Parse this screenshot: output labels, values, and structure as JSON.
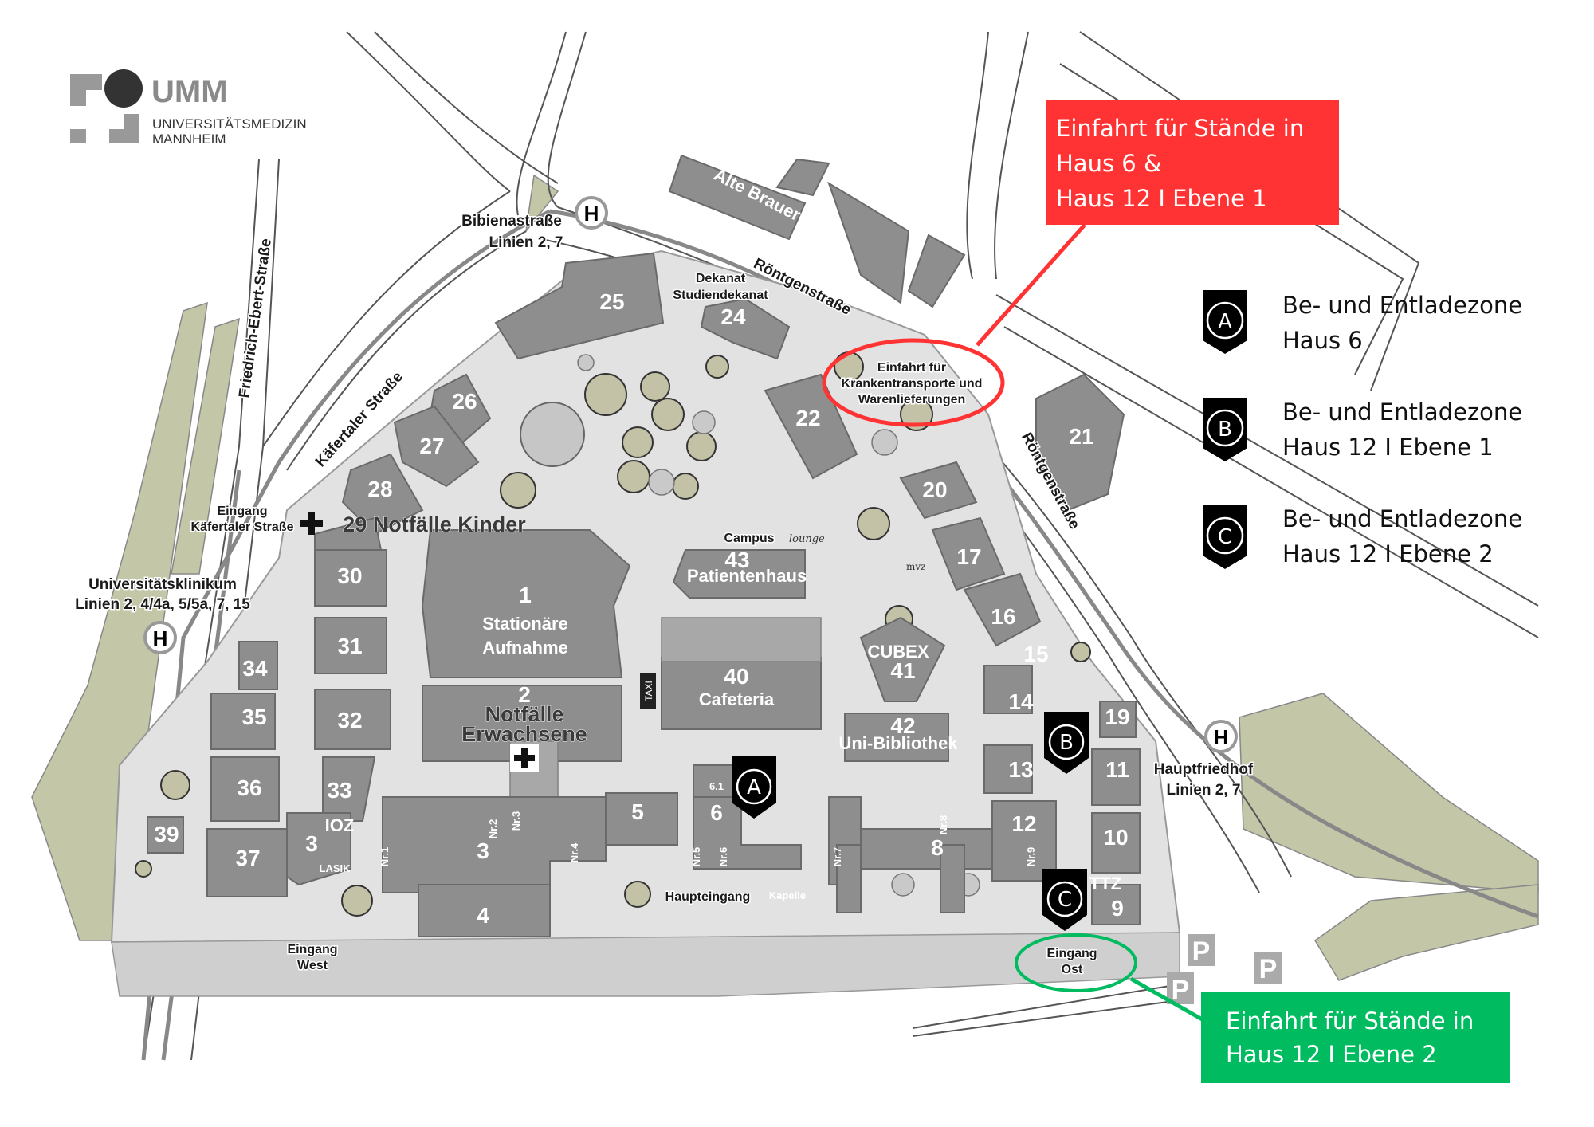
{
  "logo": {
    "acronym": "UMM",
    "line1": "UNIVERSITÄTSMEDIZIN",
    "line2": "MANNHEIM"
  },
  "colors": {
    "red_callout": "#ff3333",
    "green_callout": "#00bb60",
    "building": "#8e8e8e",
    "campus": "#e4e4e4",
    "green_area": "#c4c6a8"
  },
  "callouts": {
    "red": {
      "lines": [
        "Einfahrt für Stände in",
        "Haus 6 &",
        "Haus 12 I Ebene 1"
      ]
    },
    "green": {
      "lines": [
        "Einfahrt für Stände in",
        "Haus 12 I Ebene 2"
      ]
    }
  },
  "legend": [
    {
      "marker": "A",
      "line1": "Be- und Entladezone",
      "line2": "Haus 6"
    },
    {
      "marker": "B",
      "line1": "Be- und Entladezone",
      "line2": "Haus 12 I Ebene 1"
    },
    {
      "marker": "C",
      "line1": "Be- und Entladezone",
      "line2": "Haus 12 I Ebene 2"
    }
  ],
  "map": {
    "streets": {
      "roentgen": "Röntgenstraße",
      "kaefertaler": "Käfertaler Straße",
      "friedrich_ebert": "Friedrich-Ebert-Straße",
      "alte_brauerei": "Alte Brauerei"
    },
    "stops": {
      "bibiena": {
        "name": "Bibienastraße",
        "lines": "Linien 2, 7",
        "symbol": "H"
      },
      "klinikum": {
        "name": "Universitätsklinikum",
        "lines": "Linien 2, 4/4a, 5/5a, 7, 15",
        "symbol": "H"
      },
      "friedhof": {
        "name": "Hauptfriedhof",
        "lines": "Linien 2, 7",
        "symbol": "H"
      }
    },
    "entrances": {
      "kaefertaler_1": "Eingang",
      "kaefertaler_2": "Käfertaler Straße",
      "west_1": "Eingang",
      "west_2": "West",
      "main": "Haupteingang",
      "ost_1": "Eingang",
      "ost_2": "Ost"
    },
    "delivery": [
      "Einfahrt für",
      "Krankentransporte und",
      "Warenlieferungen"
    ],
    "dekanat": [
      "Dekanat",
      "Studiendekanat"
    ],
    "buildings": {
      "b1": "1",
      "b1_name1": "Stationäre",
      "b1_name2": "Aufnahme",
      "b2": "2",
      "b2_name1": "Notfälle",
      "b2_name2": "Erwachsene",
      "b3": "3",
      "b3w": "3",
      "b4": "4",
      "b5": "5",
      "b6": "6",
      "b61": "6.1",
      "b8": "8",
      "b9": "9",
      "b10": "10",
      "b11": "11",
      "b12": "12",
      "b13": "13",
      "b14": "14",
      "b15": "15",
      "b16": "16",
      "b17": "17",
      "b19": "19",
      "b20": "20",
      "b21": "21",
      "b22": "22",
      "b24": "24",
      "b25": "25",
      "b26": "26",
      "b27": "27",
      "b28": "28",
      "b29": "29 Notfälle Kinder",
      "b30": "30",
      "b31": "31",
      "b32": "32",
      "b33": "33",
      "b34": "34",
      "b35": "35",
      "b36": "36",
      "b37": "37",
      "b39": "39",
      "b40": "40",
      "b40_name": "Cafeteria",
      "b41": "41",
      "b41_name": "CUBEX",
      "b42": "42",
      "b42_name": "Uni-Bibliothek",
      "b43": "43",
      "b43_name": "Patientenhaus",
      "campus_lounge_a": "Campus",
      "campus_lounge_b": "lounge",
      "ttz": "TTZ",
      "ioz": "IOZ",
      "lasik": "LASIK",
      "kapelle": "Kapelle",
      "mvz": "mvz",
      "taxi": "TAXI"
    },
    "nr": [
      "Nr.1",
      "Nr.2",
      "Nr.3",
      "Nr.4",
      "Nr.5",
      "Nr.6",
      "Nr.7",
      "Nr.8",
      "Nr.9"
    ],
    "parking": "P",
    "markers": {
      "a": "A",
      "b": "B",
      "c": "C"
    }
  }
}
